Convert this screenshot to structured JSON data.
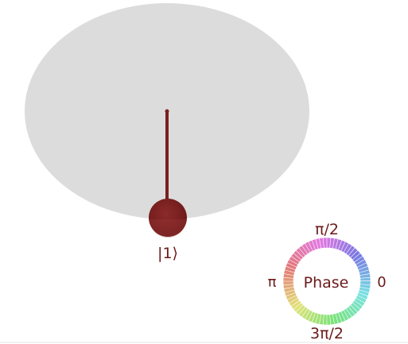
{
  "state": {
    "ket_label": "|1⟩"
  },
  "phase_wheel": {
    "center_label": "Phase",
    "label_top": "π/2",
    "label_right": "0",
    "label_left": "π",
    "label_bottom": "3π/2"
  },
  "colors": {
    "sphere_fill": "#dcdcdc",
    "vector": "#7a1f1f",
    "ket_text": "#6b1a1a",
    "phase_text": "#6b1a1a",
    "bottom_rule": "#e6e6e6"
  }
}
